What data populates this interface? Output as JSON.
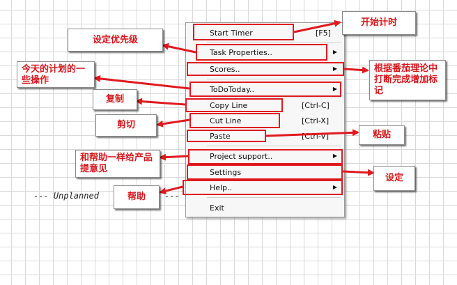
{
  "canvas_text": "--- Unplanned",
  "canvas_text_end": "---",
  "menu": {
    "items": [
      {
        "label": "Start Timer",
        "shortcut": "[F5]",
        "submenu": false
      },
      {
        "label": "Task Properties..",
        "shortcut": "",
        "submenu": true
      },
      {
        "label": "Scores..",
        "shortcut": "",
        "submenu": true
      },
      {
        "label": "ToDoToday..",
        "shortcut": "",
        "submenu": true
      },
      {
        "label": "Copy Line",
        "shortcut": "[Ctrl-C]",
        "submenu": false
      },
      {
        "label": "Cut Line",
        "shortcut": "[Ctrl-X]",
        "submenu": false
      },
      {
        "label": "Paste",
        "shortcut": "[Ctrl-V]",
        "submenu": false
      },
      {
        "label": "Project support..",
        "shortcut": "",
        "submenu": true
      },
      {
        "label": "Settings",
        "shortcut": "",
        "submenu": false
      },
      {
        "label": "Help..",
        "shortcut": "",
        "submenu": true
      },
      {
        "label": "Exit",
        "shortcut": "",
        "submenu": false
      }
    ],
    "submenu_arrow": "▶"
  },
  "callouts": {
    "start_timer": "开始计时",
    "task_properties": "设定优先级",
    "scores": "根据番茄理论中打断完成增加标记",
    "todotoday": "今天的计划的一些操作",
    "copy": "复制",
    "cut": "剪切",
    "paste": "粘贴",
    "project_support": "和帮助一样给产品提意见",
    "settings": "设定",
    "help": "帮助"
  },
  "colors": {
    "highlight": "#e0191e",
    "callout_text": "#d4161c",
    "menu_bg": "#f7f7f7"
  }
}
